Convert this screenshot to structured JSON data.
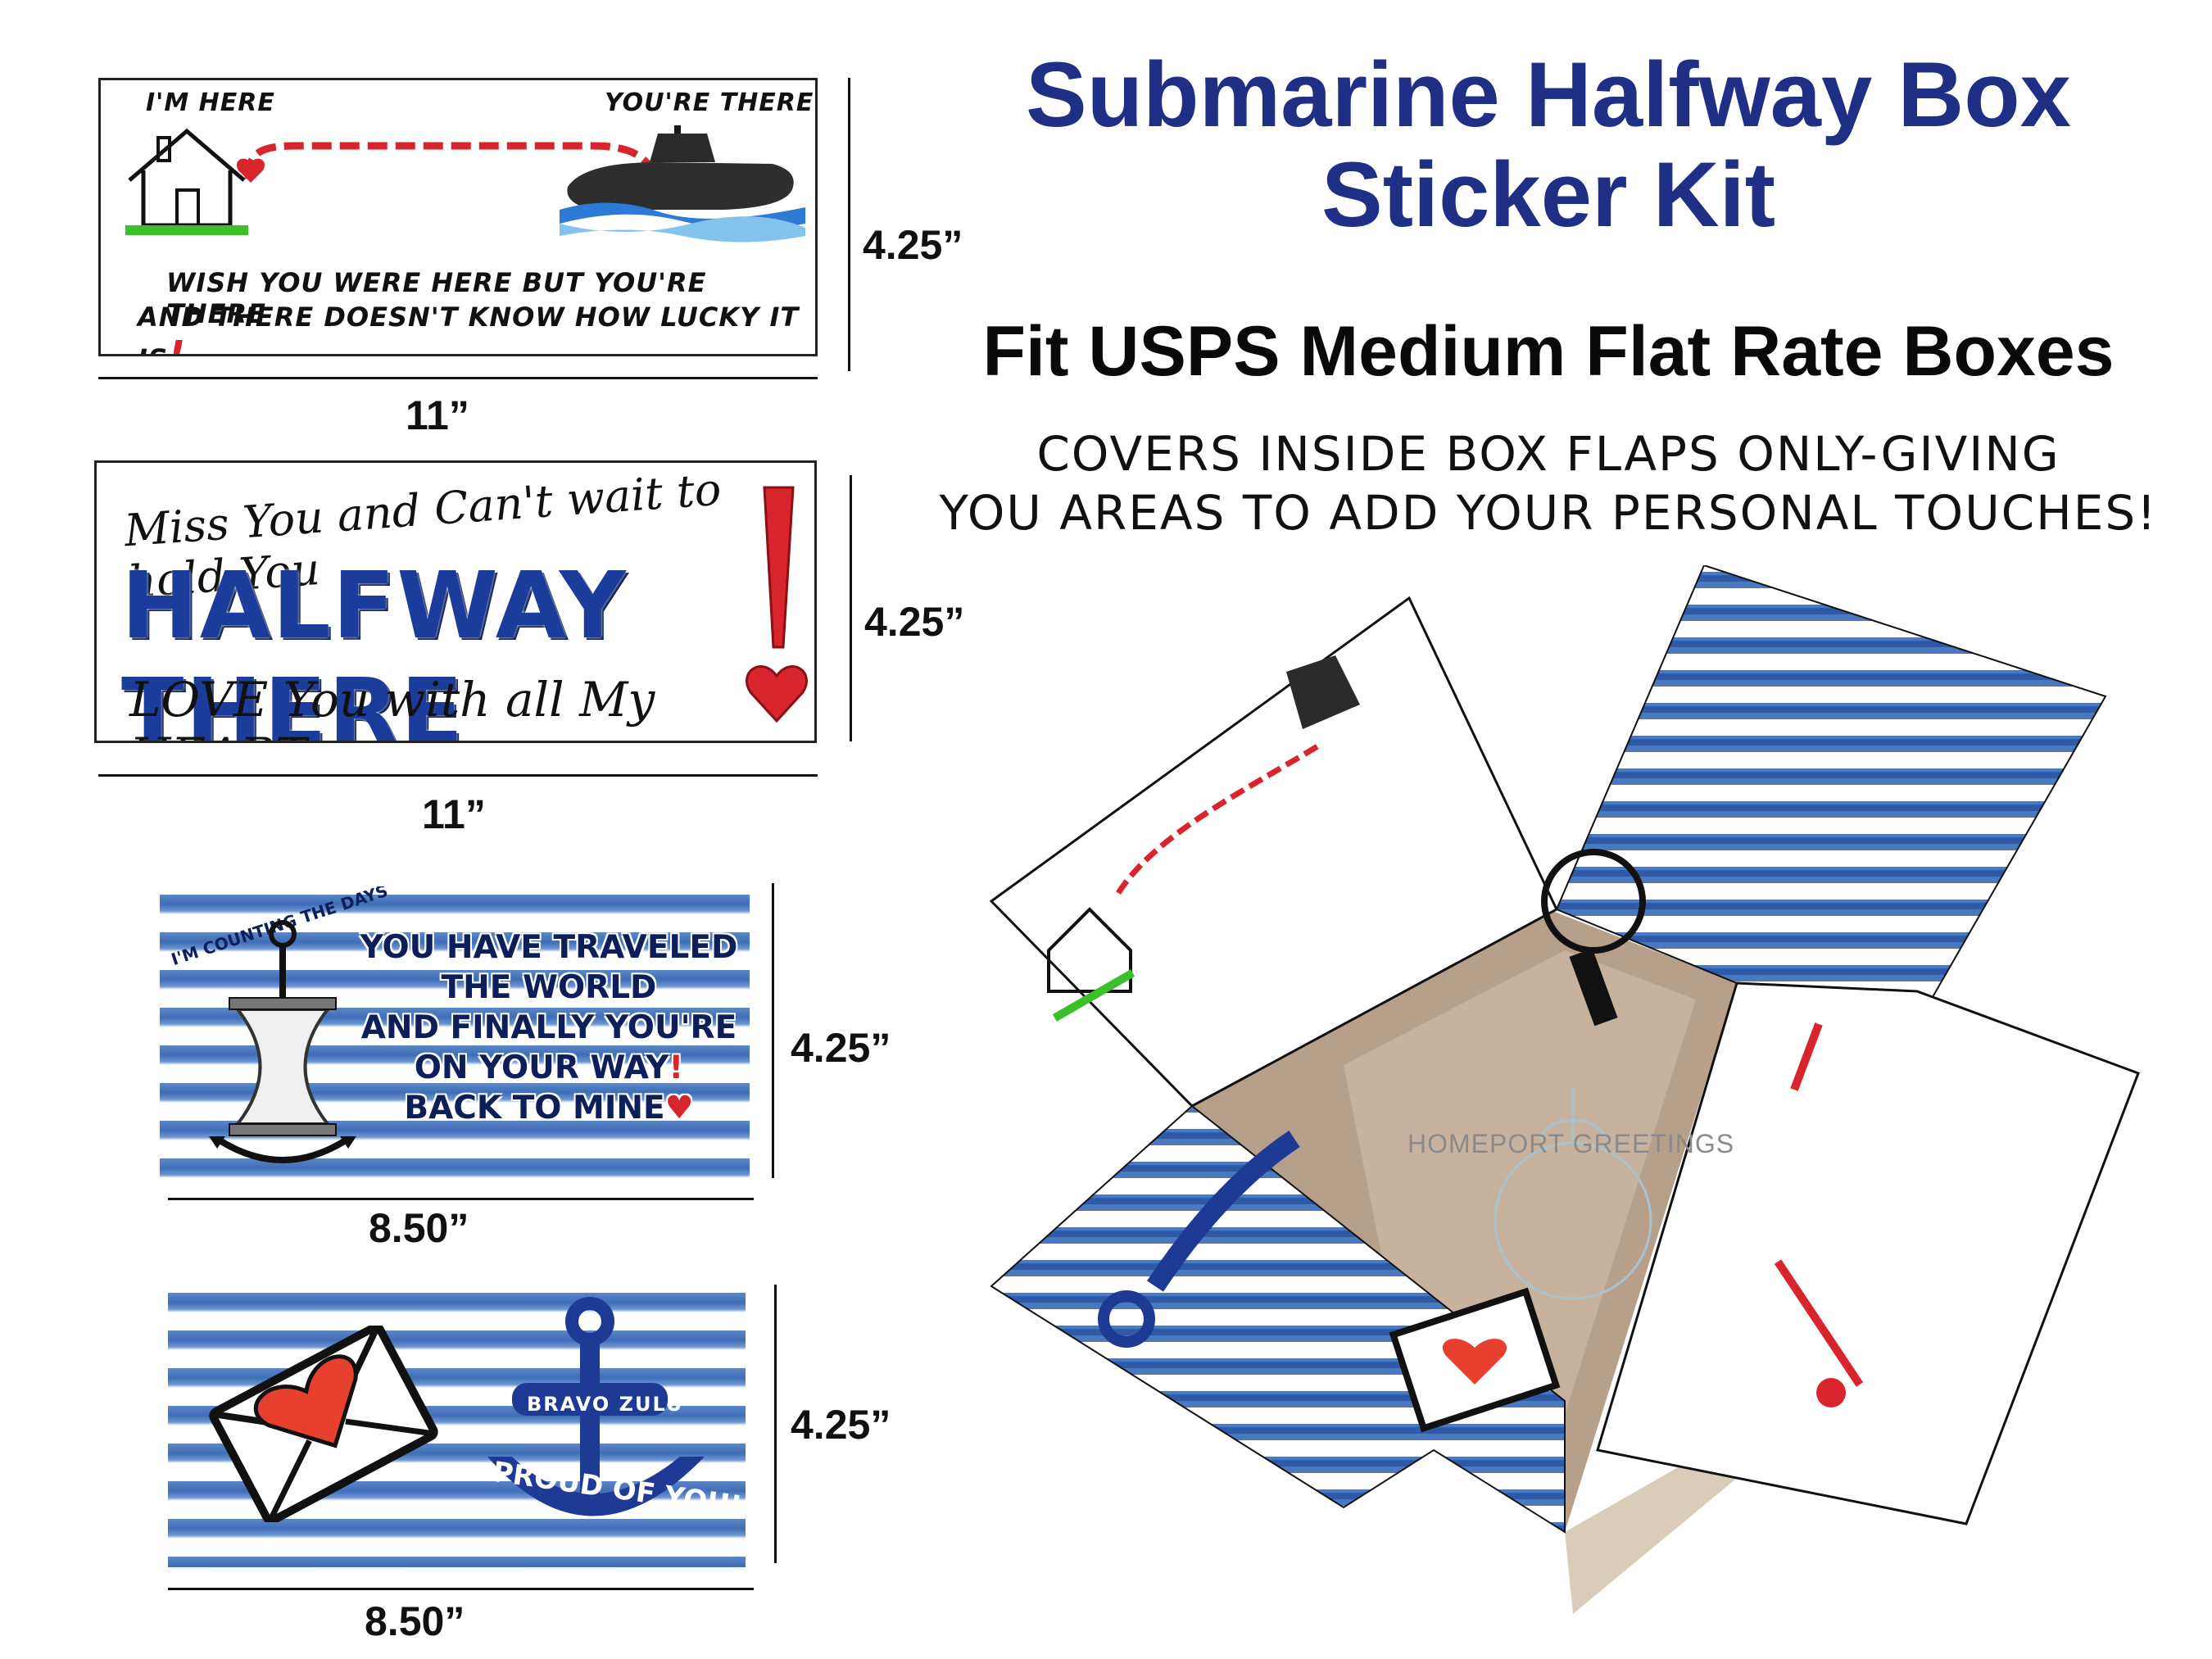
{
  "header": {
    "title_line1": "Submarine Halfway Box",
    "title_line2": "Sticker Kit",
    "subtitle": "Fit USPS Medium Flat Rate Boxes",
    "description_line1": "Covers inside box flaps only-giving",
    "description_line2": "you areas to add your personal touches!"
  },
  "sticker1": {
    "im_here": "I'M HERE",
    "youre_there": "YOU'RE THERE",
    "line1": "WISH YOU WERE HERE BUT YOU'RE THERE",
    "line2": "AND THERE DOESN'T KNOW HOW LUCKY IT IS",
    "width_label": "11”",
    "height_label": "4.25”"
  },
  "sticker2": {
    "top": "Miss You and Can't wait to hold You",
    "middle": "HALFWAY THERE",
    "bottom": "LOVE You with all My HEART",
    "width_label": "11”",
    "height_label": "4.25”"
  },
  "sticker3": {
    "arc_text": "I'M COUNTING THE DAYS",
    "lines": [
      "YOU HAVE TRAVELED",
      "THE WORLD",
      "AND FINALLY YOU'RE",
      "ON YOUR WAY",
      "BACK TO MINE"
    ],
    "width_label": "8.50”",
    "height_label": "4.25”"
  },
  "sticker4": {
    "bravo": "BRAVO ZULU",
    "proud": "PROUD OF YOU!",
    "width_label": "8.50”",
    "height_label": "4.25”"
  },
  "box": {
    "watermark": "HOMEPORT GREETINGS"
  },
  "colors": {
    "title_blue": "#1f2f86",
    "heart_red": "#d8242c",
    "stripe_blue": "#3f6db8",
    "grass_green": "#3bbf2a"
  }
}
